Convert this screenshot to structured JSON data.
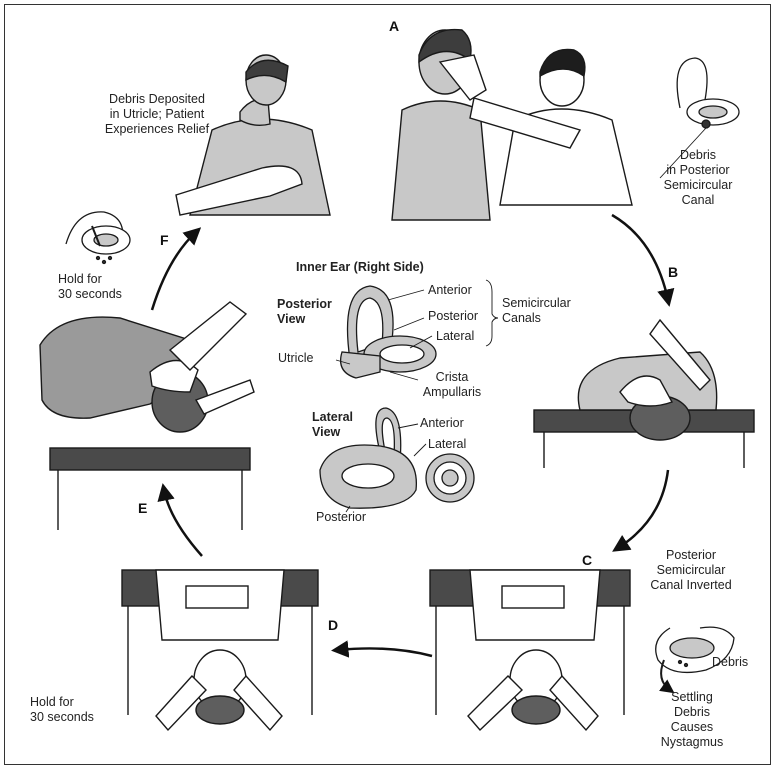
{
  "steps": {
    "a": "A",
    "b": "B",
    "c": "C",
    "d": "D",
    "e": "E",
    "f": "F"
  },
  "labels": {
    "debris_deposited": [
      "Debris Deposited",
      "in Utricle; Patient",
      "Experiences Relief"
    ],
    "debris_posterior_canal": [
      "Debris",
      "in Posterior",
      "Semicircular",
      "Canal"
    ],
    "hold_f": [
      "Hold for",
      "30 seconds"
    ],
    "hold_d": [
      "Hold for",
      "30 seconds"
    ],
    "inner_ear_title": "Inner Ear (Right Side)",
    "posterior_view": [
      "Posterior",
      "View"
    ],
    "lateral_view": [
      "Lateral",
      "View"
    ],
    "anterior_1": "Anterior",
    "posterior_1": "Posterior",
    "lateral_1": "Lateral",
    "semicircular_canals": [
      "Semicircular",
      "Canals"
    ],
    "utricle": "Utricle",
    "crista_ampullaris": [
      "Crista",
      "Ampullaris"
    ],
    "anterior_2": "Anterior",
    "lateral_2": "Lateral",
    "posterior_2": "Posterior",
    "canal_inverted": [
      "Posterior",
      "Semicircular",
      "Canal Inverted"
    ],
    "debris_c": "Debris",
    "settling": [
      "Settling",
      "Debris",
      "Causes",
      "Nystagmus"
    ]
  },
  "colors": {
    "line": "#1a1a1a",
    "gray_light": "#c8c8c8",
    "gray_mid": "#9a9a9a",
    "gray_dark": "#5e5e5e",
    "table_top": "#4a4a4a"
  }
}
